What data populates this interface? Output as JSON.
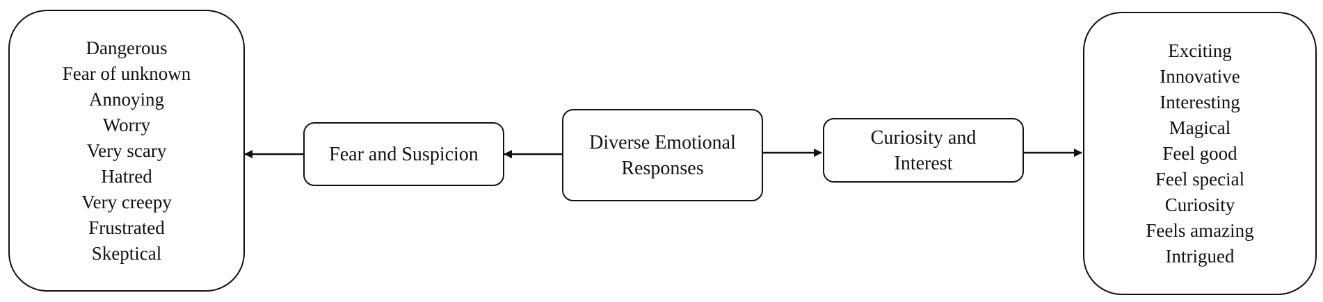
{
  "nodes": {
    "left_list": {
      "items": [
        "Dangerous",
        "Fear of unknown",
        "Annoying",
        "Worry",
        "Very scary",
        "Hatred",
        "Very creepy",
        "Frustrated",
        "Skeptical"
      ]
    },
    "fear": {
      "lines": [
        "Fear and Suspicion"
      ]
    },
    "center": {
      "lines": [
        "Diverse Emotional",
        "Responses"
      ]
    },
    "curiosity": {
      "lines": [
        "Curiosity and",
        "Interest"
      ]
    },
    "right_list": {
      "items": [
        "Exciting",
        "Innovative",
        "Interesting",
        "Magical",
        "Feel good",
        "Feel special",
        "Curiosity",
        "Feels amazing",
        "Intrigued"
      ]
    }
  },
  "edges": [
    {
      "from": "center",
      "to": "fear"
    },
    {
      "from": "fear",
      "to": "left_list"
    },
    {
      "from": "center",
      "to": "curiosity"
    },
    {
      "from": "curiosity",
      "to": "right_list"
    }
  ]
}
